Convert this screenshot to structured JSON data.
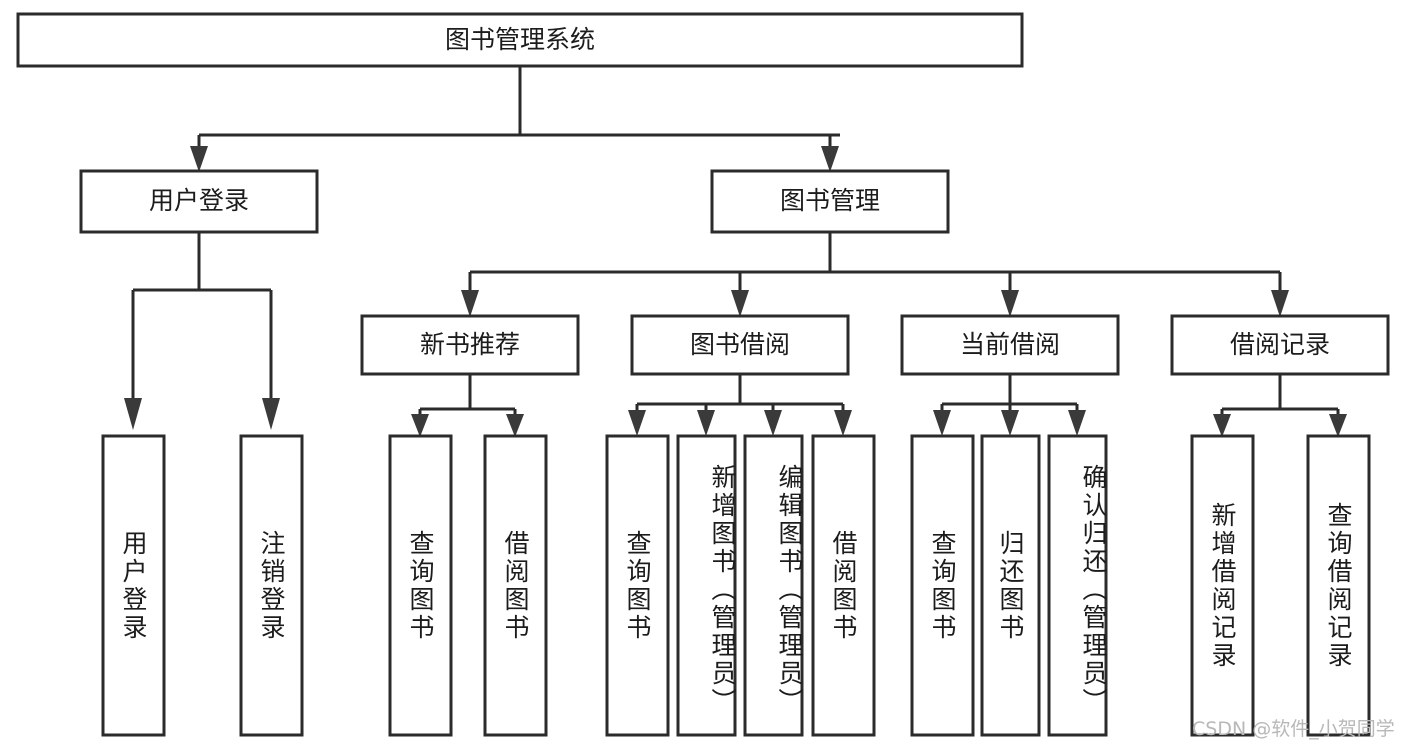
{
  "diagram": {
    "type": "tree-hierarchy",
    "title": "图书管理系统",
    "root": {
      "label": "图书管理系统"
    },
    "level2": [
      {
        "label": "用户登录"
      },
      {
        "label": "图书管理"
      }
    ],
    "level3": [
      {
        "label": "新书推荐"
      },
      {
        "label": "图书借阅"
      },
      {
        "label": "当前借阅"
      },
      {
        "label": "借阅记录"
      }
    ],
    "leaves": {
      "user_login": [
        {
          "label": "用户登录"
        },
        {
          "label": "注销登录"
        }
      ],
      "new_book_recommend": [
        {
          "label": "查询图书"
        },
        {
          "label": "借阅图书"
        }
      ],
      "book_borrow": [
        {
          "label": "查询图书"
        },
        {
          "label": "新增图书（管理员）"
        },
        {
          "label": "编辑图书（管理员）"
        },
        {
          "label": "借阅图书"
        }
      ],
      "current_borrow": [
        {
          "label": "查询图书"
        },
        {
          "label": "归还图书"
        },
        {
          "label": "确认归还（管理员）"
        }
      ],
      "borrow_record": [
        {
          "label": "新增借阅记录"
        },
        {
          "label": "查询借阅记录"
        }
      ]
    }
  },
  "watermark": {
    "text": "CSDN @软件_小贺同学"
  },
  "colors": {
    "stroke": "#2b2b2b",
    "text": "#1c1c1c",
    "background": "#ffffff",
    "watermark": "#b8b8b8"
  }
}
